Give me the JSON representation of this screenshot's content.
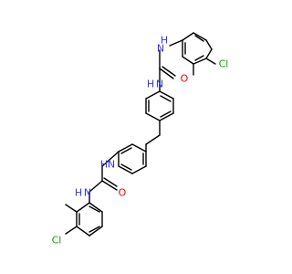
{
  "molecule": {
    "atom_colors": {
      "N": "#3333ff",
      "O": "#ff0000",
      "Cl": "#00aa00",
      "C": "#000000"
    },
    "labels": [
      {
        "id": "nh-top",
        "text": "H",
        "element": "N"
      },
      {
        "id": "n-top-1",
        "text": "N",
        "element": "N"
      },
      {
        "id": "o-top",
        "text": "O",
        "element": "O"
      },
      {
        "id": "n-top-2",
        "text": "N",
        "element": "N"
      },
      {
        "id": "h-top-2",
        "text": "H",
        "element": "N"
      },
      {
        "id": "cl-top",
        "text": "Cl",
        "element": "Cl"
      },
      {
        "id": "h-bot-1",
        "text": "H",
        "element": "N"
      },
      {
        "id": "n-bot-1",
        "text": "N",
        "element": "N"
      },
      {
        "id": "o-bot",
        "text": "O",
        "element": "O"
      },
      {
        "id": "n-bot-2",
        "text": "N",
        "element": "N"
      },
      {
        "id": "h-bot-2",
        "text": "H",
        "element": "N"
      },
      {
        "id": "cl-bot",
        "text": "Cl",
        "element": "Cl"
      }
    ]
  }
}
